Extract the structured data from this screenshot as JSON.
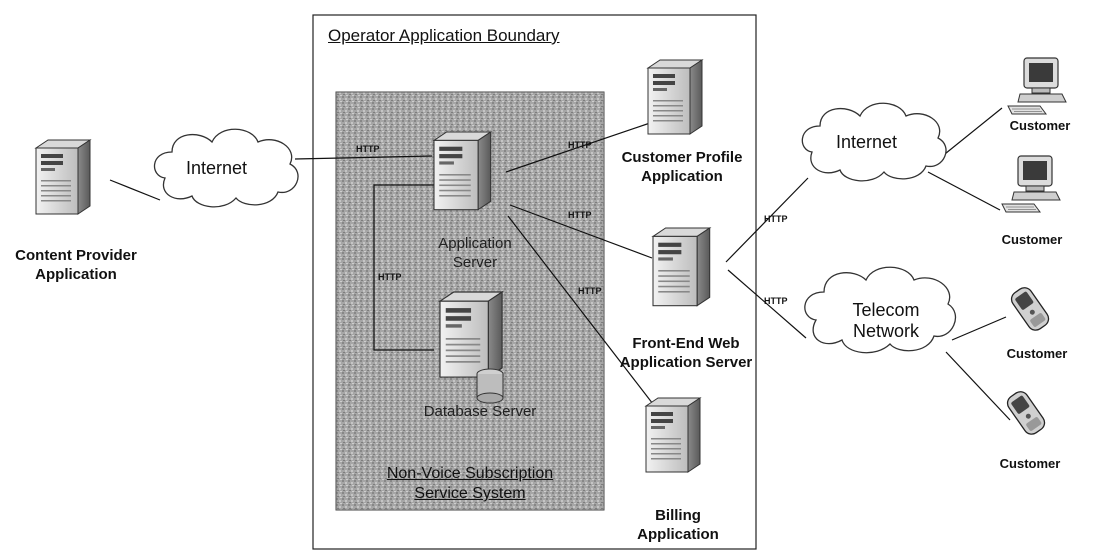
{
  "boundary": {
    "title": "Operator Application Boundary"
  },
  "system": {
    "title_line1": "Non-Voice Subscription",
    "title_line2": "Service System"
  },
  "nodes": {
    "content_provider": {
      "line1": "Content Provider",
      "line2": "Application"
    },
    "application_server": {
      "line1": "Application",
      "line2": "Server"
    },
    "database_server": {
      "label": "Database Server"
    },
    "customer_profile": {
      "line1": "Customer Profile",
      "line2": "Application"
    },
    "front_end": {
      "line1": "Front-End Web",
      "line2": "Application Server"
    },
    "billing": {
      "line1": "Billing",
      "line2": "Application"
    }
  },
  "clouds": {
    "internet_left": "Internet",
    "internet_right": "Internet",
    "telecom_line1": "Telecom",
    "telecom_line2": "Network"
  },
  "customers": [
    "Customer",
    "Customer",
    "Customer",
    "Customer"
  ],
  "protocol_labels": [
    "HTTP",
    "HTTP",
    "HTTP",
    "HTTP",
    "HTTP",
    "HTTP",
    "HTTP"
  ]
}
